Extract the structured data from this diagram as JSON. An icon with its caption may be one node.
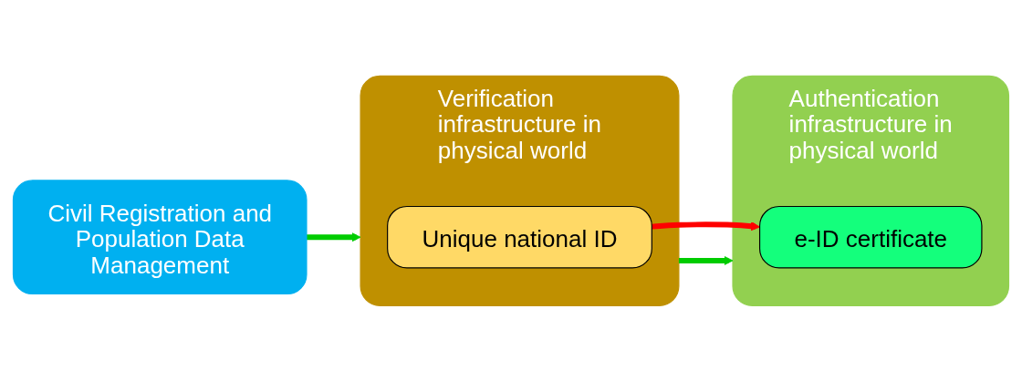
{
  "diagram": {
    "nodes": [
      {
        "text": [
          "Civil Registration and Population Data Management"
        ]
      },
      {
        "text": [
          "Verification infrastructure in physical world"
        ]
      },
      {
        "text": [
          "Unique national ID"
        ],
        "in": 1
      },
      {
        "text": [
          "Authentication infrastructure in physical world"
        ]
      },
      {
        "text": [
          "e-ID certificate"
        ],
        "in": 3
      }
    ],
    "edges": [
      {
        "from": 0,
        "to": 1,
        "arrow": "to"
      },
      {
        "from": 2,
        "to": 4,
        "arrow": "to",
        "color": "#ff0000"
      },
      {
        "from": 1,
        "to": 3,
        "arrow": "to"
      }
    ]
  }
}
